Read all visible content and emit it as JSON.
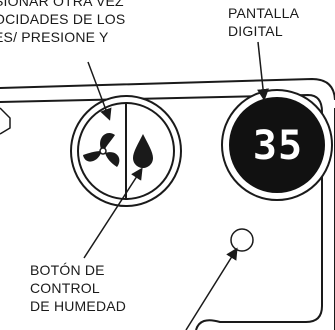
{
  "labels": {
    "top_left": [
      "SIONAR OTRA VEZ",
      "OCIDADES DE LOS",
      "ES/ PRESIONE Y"
    ],
    "top_right": [
      "PANTALLA",
      "DIGITAL"
    ],
    "bottom_left": [
      "BOTÓN DE",
      "CONTROL",
      "DE HUMEDAD"
    ]
  },
  "display": {
    "value": "35"
  },
  "icons": {
    "fan": "fan-icon",
    "humidity": "water-drop-icon"
  },
  "colors": {
    "outline": "#1a1a1a",
    "panel": "#ffffff",
    "display_bg": "#111111",
    "digits": "#ffffff"
  }
}
